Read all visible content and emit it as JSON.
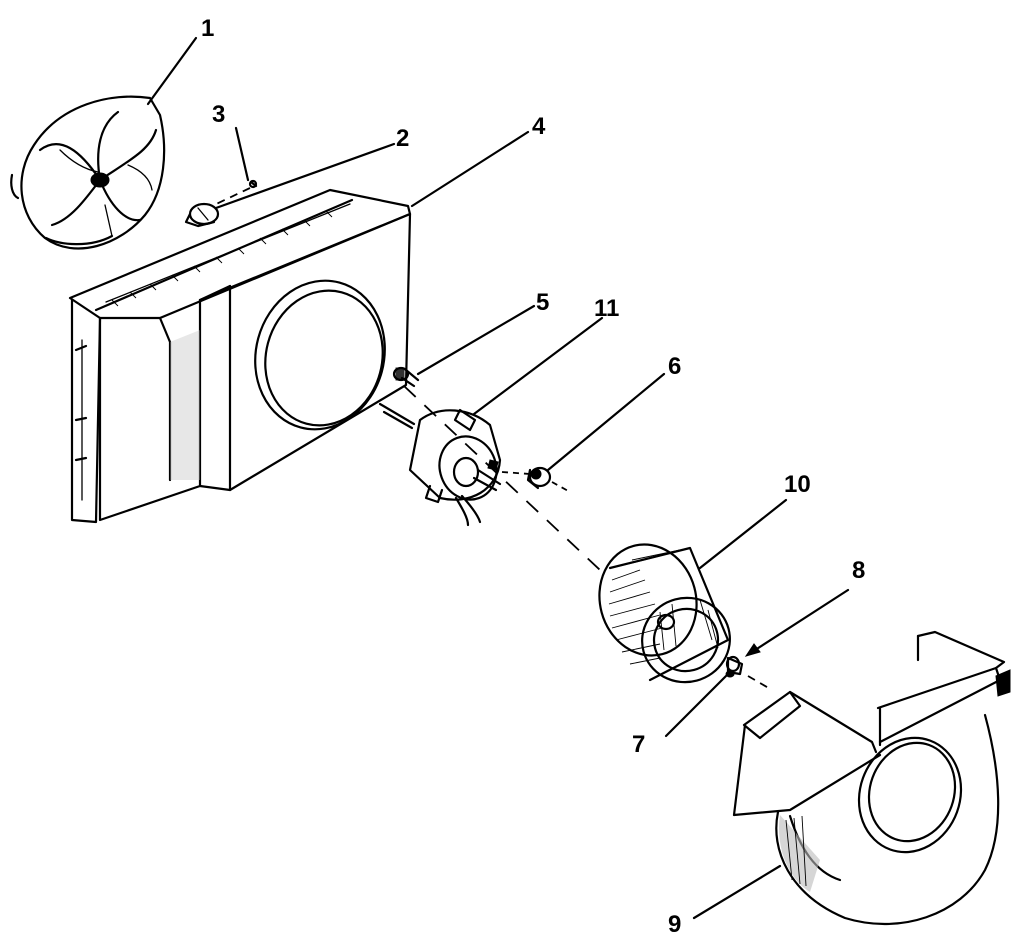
{
  "callouts": [
    {
      "id": "c1",
      "number": "1"
    },
    {
      "id": "c2",
      "number": "2"
    },
    {
      "id": "c3",
      "number": "3"
    },
    {
      "id": "c4",
      "number": "4"
    },
    {
      "id": "c5",
      "number": "5"
    },
    {
      "id": "c6",
      "number": "6"
    },
    {
      "id": "c7",
      "number": "7"
    },
    {
      "id": "c8",
      "number": "8"
    },
    {
      "id": "c9",
      "number": "9"
    },
    {
      "id": "c10",
      "number": "10"
    },
    {
      "id": "c11",
      "number": "11"
    }
  ]
}
